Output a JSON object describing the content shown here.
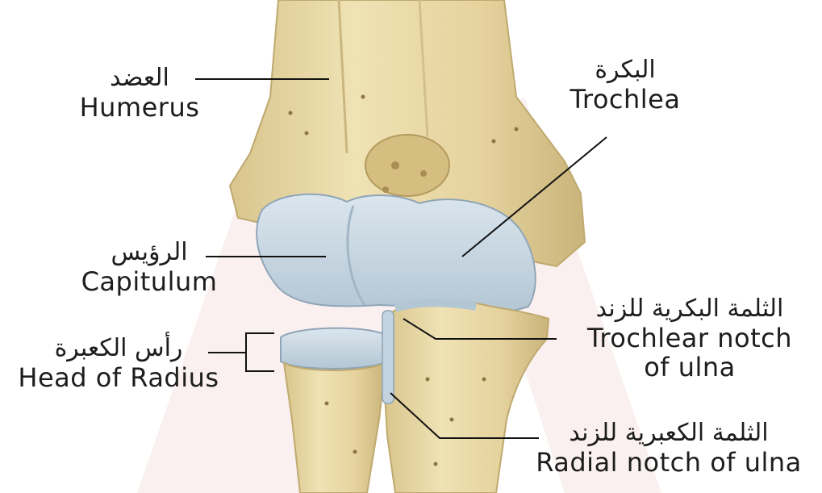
{
  "labels": {
    "humerus": {
      "ar": "العضد",
      "en": "Humerus"
    },
    "trochlea": {
      "ar": "البكرة",
      "en": "Trochlea"
    },
    "capitulum": {
      "ar": "الرؤيس",
      "en": "Capitulum"
    },
    "head_of_radius": {
      "ar": "رأس الكعبرة",
      "en": "Head of Radius"
    },
    "trochlear_notch": {
      "ar": "الثلمة البكرية للزند",
      "en_line1": "Trochlear notch",
      "en_line2": "of ulna"
    },
    "radial_notch": {
      "ar": "الثلمة الكعبرية للزند",
      "en": "Radial notch of ulna"
    }
  },
  "colors": {
    "bone": "#ead9a6",
    "bone_shadow": "#c8b57e",
    "cartilage": "#c9d8e3",
    "cartilage_edge": "#9fb3c4",
    "watermark": "#f6dede",
    "leader": "#111111"
  }
}
